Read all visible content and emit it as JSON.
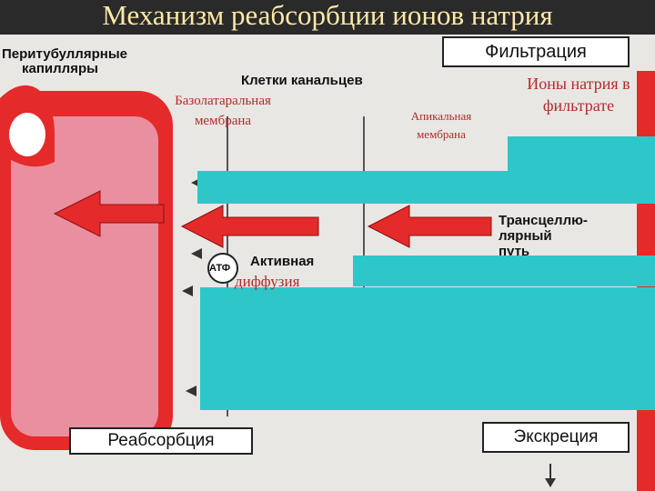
{
  "title": "Механизм реабсорбции ионов натрия",
  "labels": {
    "peritubular": [
      "Перитубуллярные",
      "капилляры"
    ],
    "tubule_cells": "Клетки канальцев",
    "basolateral": [
      "Базолатаральная",
      "мембрана"
    ],
    "apical": [
      "Апикальная",
      "мембрана"
    ],
    "sodium_filtrate": [
      "Ионы натрия в",
      "фильтрате"
    ],
    "filtration": "Фильтрация",
    "transcellular": [
      "Трансцеллю-",
      "лярный",
      "путь"
    ],
    "atp": "АТФ",
    "active": "Активная",
    "diffusion": "диффузия",
    "reabsorption": "Реабсорбция",
    "excretion": "Экскреция"
  },
  "colors": {
    "title_bg": "#2a2a2a",
    "title_text": "#ffe9a8",
    "vessel_red": "#e52a2a",
    "lumen_pink": "#e98fa0",
    "overlay_teal": "#2ec7c9",
    "serif_label": "#b22a2a"
  }
}
